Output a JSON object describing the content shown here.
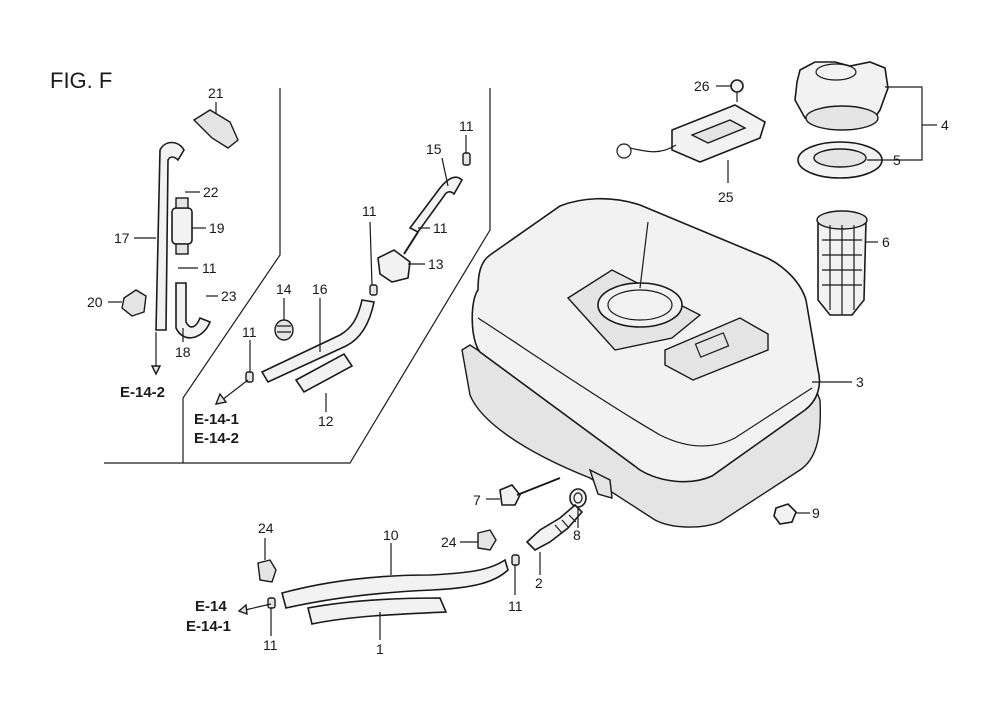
{
  "figure": {
    "title": "FIG. F"
  },
  "callouts": {
    "c1": "1",
    "c2": "2",
    "c3": "3",
    "c4": "4",
    "c5": "5",
    "c6": "6",
    "c7": "7",
    "c8": "8",
    "c9": "9",
    "c10": "10",
    "c11a": "11",
    "c11b": "11",
    "c11c": "11",
    "c11d": "11",
    "c11e": "11",
    "c11f": "11",
    "c11g": "11",
    "c12": "12",
    "c13": "13",
    "c14": "14",
    "c15": "15",
    "c16": "16",
    "c17": "17",
    "c18": "18",
    "c19": "19",
    "c20": "20",
    "c21": "21",
    "c22": "22",
    "c23": "23",
    "c24a": "24",
    "c24b": "24",
    "c25": "25",
    "c26": "26"
  },
  "references": {
    "r_e14_2_left": "E-14-2",
    "r_e14_1_mid": "E-14-1",
    "r_e14_2_mid": "E-14-2",
    "r_e14_bottom": "E-14",
    "r_e14_1_bottom": "E-14-1"
  }
}
